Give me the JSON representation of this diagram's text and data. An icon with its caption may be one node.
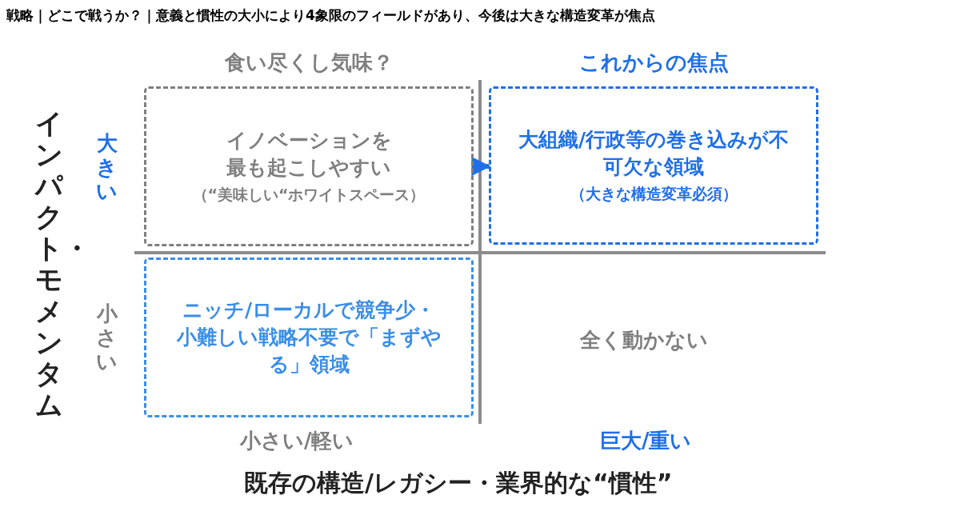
{
  "diagram": {
    "title": "戦略｜どこで戦うか？｜意義と慣性の大小により4象限のフィールドがあり、今後は大きな構造変革が焦点",
    "nodes": [
      {
        "text": [
          "イノベーションを最も起こしやすい",
          "（“美味しい“ホワイトスペース）"
        ],
        "beside": [
          "食い尽くし気味？"
        ]
      },
      {
        "text": [
          "大組織/行政等の巻き込みが不可欠な領域",
          "（大きな構造変革必須）"
        ],
        "beside": [
          "これからの焦点"
        ]
      },
      {
        "text": [
          "ニッチ/ローカルで競争少・小難しい戦略不要で「まずやる」領域"
        ]
      }
    ],
    "edges": [
      {
        "from": 0,
        "to": 1,
        "arrow": "to"
      }
    ],
    "labels": [
      "インパクト・モメンタム",
      "大きい",
      "小さい",
      "全く動かない",
      "小さい/軽い",
      "巨大/重い",
      "既存の構造/レガシー・業界的な“慣性”"
    ]
  }
}
